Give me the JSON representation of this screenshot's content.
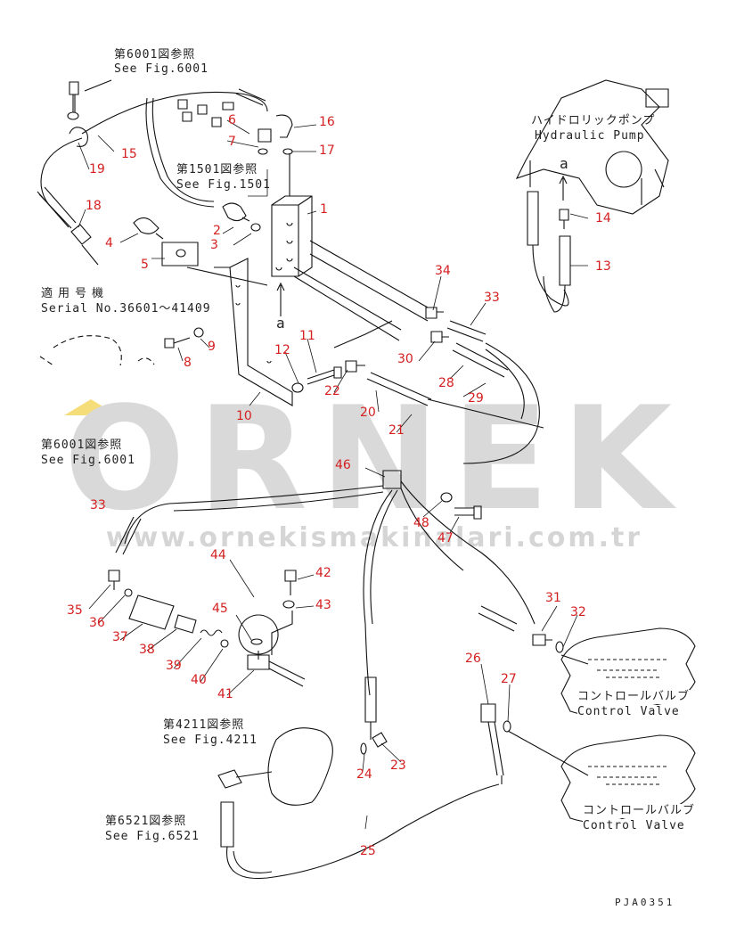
{
  "watermark": {
    "brand": "ORNEK",
    "url": "www.ornekismakinalari.com.tr"
  },
  "references": {
    "fig6001_top_jp": "第6001図参照",
    "fig6001_top_en": "See Fig.6001",
    "fig1501_jp": "第1501図参照",
    "fig1501_en": "See Fig.1501",
    "serial_jp": "適用号機",
    "serial_en": "Serial No.36601～41409",
    "fig6001_mid_jp": "第6001図参照",
    "fig6001_mid_en": "See Fig.6001",
    "fig4211_jp": "第4211図参照",
    "fig4211_en": "See Fig.4211",
    "fig6521_jp": "第6521図参照",
    "fig6521_en": "See Fig.6521",
    "pump_jp": "ハイドロリックポンプ",
    "pump_en": "Hydraulic Pump",
    "cv1_jp": "コントロールバルブ",
    "cv1_en": "Control Valve",
    "cv2_jp": "コントロールバルブ",
    "cv2_en": "Control Valve",
    "view_a_top": "a",
    "view_a_pump": "a"
  },
  "part_numbers": [
    "1",
    "2",
    "3",
    "4",
    "5",
    "6",
    "7",
    "8",
    "9",
    "10",
    "11",
    "12",
    "13",
    "14",
    "15",
    "16",
    "17",
    "18",
    "19",
    "20",
    "21",
    "22",
    "23",
    "24",
    "25",
    "26",
    "27",
    "28",
    "29",
    "30",
    "31",
    "32",
    "33",
    "33",
    "34",
    "35",
    "36",
    "37",
    "38",
    "39",
    "40",
    "41",
    "42",
    "43",
    "44",
    "45",
    "46",
    "47",
    "48"
  ],
  "drawing_code": "PJA0351"
}
